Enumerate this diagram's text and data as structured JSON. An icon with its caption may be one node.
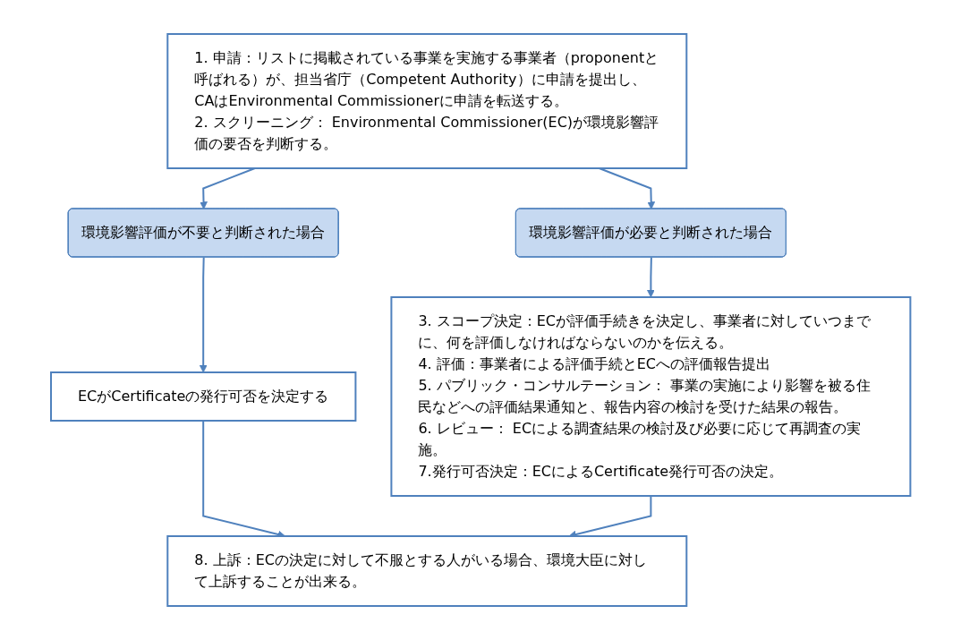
{
  "diagram": {
    "nodes": [
      {
        "text": [
          "1. 申請：リストに掲載されている事業を実施する事業者（proponentと呼ばれる）が、担当省庁（Competent Authority）に申請を提出し、CAはEnvironmental Commissionerに申請を転送する。",
          "2. スクリーニング： Environmental Commissioner(EC)が環境影響評価の要否を判断する。"
        ]
      },
      {
        "text": [
          "環境影響評価が不要と判断された場合"
        ]
      },
      {
        "text": [
          "環境影響評価が必要と判断された場合"
        ]
      },
      {
        "text": [
          "ECがCertificateの発行可否を決定する"
        ]
      },
      {
        "text": [
          "3. スコープ決定：ECが評価手続きを決定し、事業者に対していつまでに、何を評価しなければならないのかを伝える。",
          "4. 評価：事業者による評価手続とECへの評価報告提出",
          "5. パブリック・コンサルテーション： 事業の実施により影響を被る住民などへの評価結果通知と、報告内容の検討を受けた結果の報告。",
          "6. レビュー： ECによる調査結果の検討及び必要に応じて再調査の実施。",
          "7.発行可否決定：ECによるCertificate発行可否の決定。"
        ]
      },
      {
        "text": [
          "8. 上訴：ECの決定に対して不服とする人がいる場合、環境大臣に対して上訴することが出来る。"
        ]
      }
    ],
    "edges": [
      {
        "from": 0,
        "to": 1,
        "arrow": "to"
      },
      {
        "from": 0,
        "to": 2,
        "arrow": "to"
      },
      {
        "from": 1,
        "to": 3,
        "arrow": "to"
      },
      {
        "from": 2,
        "to": 4,
        "arrow": "to"
      },
      {
        "from": 3,
        "to": 5,
        "arrow": "to"
      },
      {
        "from": 4,
        "to": 5,
        "arrow": "to"
      }
    ]
  }
}
